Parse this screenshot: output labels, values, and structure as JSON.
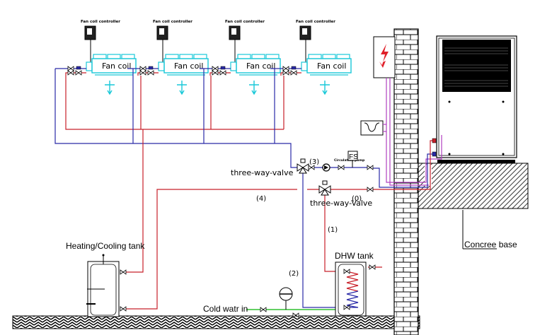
{
  "diagram": {
    "type": "heat-pump-system-schematic",
    "colors": {
      "supply_hot": "#c8202a",
      "return_cold": "#2a2aa8",
      "fan_coil": "#19c8d8",
      "electrical": "#b040c0",
      "cold_water": "#30c030",
      "power_symbol": "#e0202a",
      "line": "#000000"
    },
    "fan_coil_units": [
      {
        "controller_label": "Fan coil controller",
        "unit_label": "Fan coil"
      },
      {
        "controller_label": "Fan coil controller",
        "unit_label": "Fan coil"
      },
      {
        "controller_label": "Fan coil controller",
        "unit_label": "Fan coil"
      },
      {
        "controller_label": "Fan coil controller",
        "unit_label": "Fan coil"
      }
    ],
    "labels": {
      "three_way_valve_upper": "three-way-valve",
      "three_way_valve_lower": "three-way-Valve",
      "circulation_pump": "Circulation pump",
      "flow_switch": "FS",
      "heating_cooling_tank": "Heating/Cooling tank",
      "dhw_tank": "DHW tank",
      "cold_water_in": "Cold watr in",
      "concrete_base": "Concree base",
      "circuit_0": "(0)",
      "circuit_1": "(1)",
      "circuit_2": "(2)",
      "circuit_3": "(3)",
      "circuit_4": "(4)"
    },
    "components": [
      "power-supply-box",
      "wired-controller",
      "brick-wall",
      "outdoor-heat-pump-unit",
      "concrete-base",
      "expansion-vessel",
      "ground"
    ]
  }
}
